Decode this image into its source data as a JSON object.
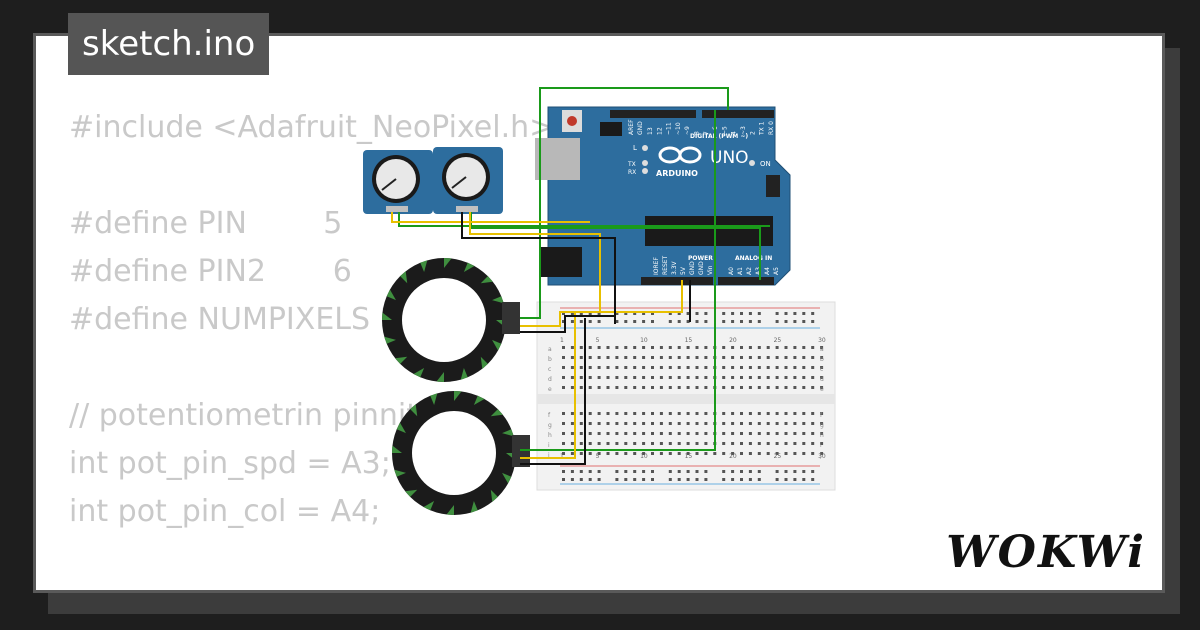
{
  "header": {
    "title": "sketch.ino"
  },
  "code": {
    "lines": [
      "#include <Adafruit_NeoPixel.h>",
      "",
      "#define PIN        5",
      "#define PIN2       6",
      "#define NUMPIXELS 16",
      "",
      "// potentiometrin pinnit",
      "int pot_pin_spd = A3;",
      "int pot_pin_col = A4;",
      "",
      "// ..."
    ]
  },
  "arduino": {
    "model_label": "UNO",
    "brand_label": "ARDUINO",
    "digital_label": "DIGITAL (PWM ~)",
    "analog_label": "ANALOG IN",
    "power_label": "POWER",
    "on_label": "ON",
    "l_label": "L",
    "tx_label": "TX",
    "rx_label": "RX",
    "aref_label": "AREF",
    "gnd_label": "GND",
    "pin_labels_digital": [
      "13",
      "12",
      "~11",
      "~10",
      "~9",
      "8",
      "7",
      "~6",
      "~5",
      "4",
      "~3",
      "2",
      "TX 1",
      "RX 0"
    ],
    "pin_labels_analog": [
      "A0",
      "A1",
      "A2",
      "A3",
      "A4",
      "A5"
    ],
    "pin_labels_power": [
      "IOREF",
      "RESET",
      "3.3V",
      "5V",
      "GND",
      "GND",
      "Vin"
    ],
    "accent": "#2d6d9e"
  },
  "breadboard": {
    "column_numbers": [
      "1",
      "5",
      "10",
      "15",
      "20",
      "25",
      "30"
    ],
    "row_letters_top": [
      "a",
      "b",
      "c",
      "d",
      "e"
    ],
    "row_letters_bottom": [
      "f",
      "g",
      "h",
      "i",
      "j"
    ]
  },
  "colors": {
    "wire_green": "#1a9a1a",
    "wire_yellow": "#e8c000",
    "wire_black": "#111111",
    "ring_dark": "#1b1b1b",
    "ring_led": "#3f8f3f"
  },
  "branding": {
    "logo_text": "WOKWi"
  }
}
